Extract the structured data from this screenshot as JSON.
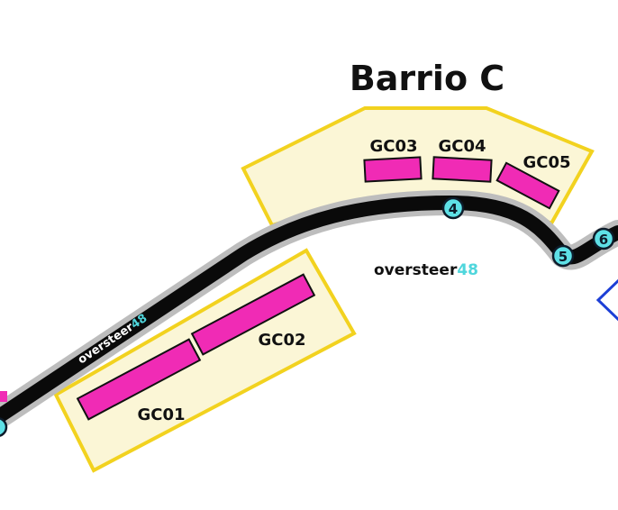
{
  "map": {
    "title": "Barrio C",
    "zones": [
      {
        "id": "grandstand-zone-upper"
      },
      {
        "id": "grandstand-zone-lower"
      }
    ],
    "grandstands": [
      {
        "label": "GC01"
      },
      {
        "label": "GC02"
      },
      {
        "label": "GC03"
      },
      {
        "label": "GC04"
      },
      {
        "label": "GC05"
      }
    ],
    "turns": [
      "4",
      "5",
      "6"
    ],
    "watermark": {
      "word": "oversteer",
      "number": "48"
    },
    "track_watermark": {
      "word": "oversteer",
      "number": "48"
    },
    "colors": {
      "zone_fill": "#fbf6d6",
      "zone_stroke": "#f2d21f",
      "stand_fill": "#f02bb5",
      "track": "#0a0a0a",
      "track_border": "#bdbdbd",
      "turn_marker": "#5ee0e6",
      "brand_accent": "#4fd6dc",
      "arrow": "#1d3fd6"
    }
  }
}
